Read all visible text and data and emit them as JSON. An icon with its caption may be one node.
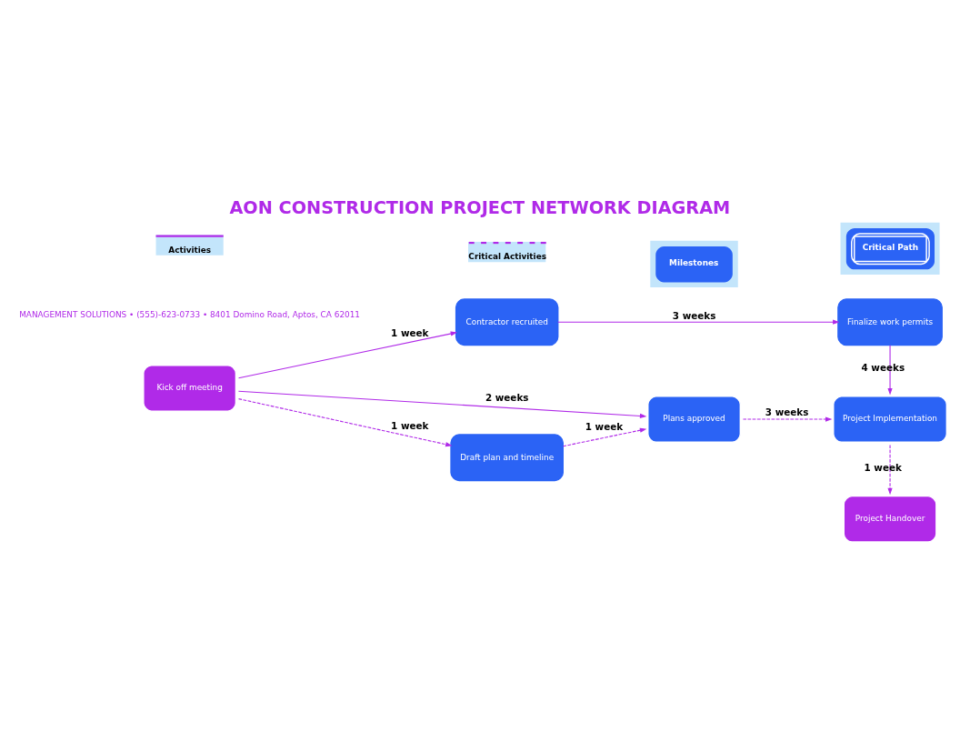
{
  "diagram": {
    "title": "AON CONSTRUCTION PROJECT NETWORK DIAGRAM",
    "nodes": [
      {
        "text": [
          "Kick off meeting"
        ]
      },
      {
        "text": [
          "Contractor recruited"
        ]
      },
      {
        "text": [
          "Finalize work permits"
        ]
      },
      {
        "text": [
          "Plans approved"
        ]
      },
      {
        "text": [
          "Project Implementation"
        ]
      },
      {
        "text": [
          "Draft plan and timeline"
        ]
      },
      {
        "text": [
          "Project Handover"
        ]
      }
    ],
    "edges": [
      {
        "from": 0,
        "to": 1,
        "arrow": "to",
        "label": "1 week"
      },
      {
        "from": 1,
        "to": 2,
        "arrow": "to",
        "label": "3 weeks"
      },
      {
        "from": 2,
        "to": 4,
        "arrow": "to",
        "label": "4 weeks"
      },
      {
        "from": 0,
        "to": 3,
        "arrow": "to",
        "label": "2 weeks"
      },
      {
        "from": 3,
        "to": 4,
        "arrow": "to",
        "label": "3 weeks",
        "style": "dashed"
      },
      {
        "from": 0,
        "to": 5,
        "arrow": "to",
        "label": "1 week",
        "style": "dashed"
      },
      {
        "from": 5,
        "to": 3,
        "arrow": "to",
        "label": "1 week",
        "style": "dashed"
      },
      {
        "from": 4,
        "to": 6,
        "arrow": "to",
        "label": "1 week",
        "style": "dashed"
      }
    ],
    "labels": [
      "MANAGEMENT SOLUTIONS • (555)-623-0733 • 8401 Domino Road, Aptos, CA 62011"
    ],
    "legend": [
      {
        "text": "Activities"
      },
      {
        "text": "Critical Activities"
      },
      {
        "text": "Milestones"
      },
      {
        "text": "Critical Path"
      }
    ]
  }
}
